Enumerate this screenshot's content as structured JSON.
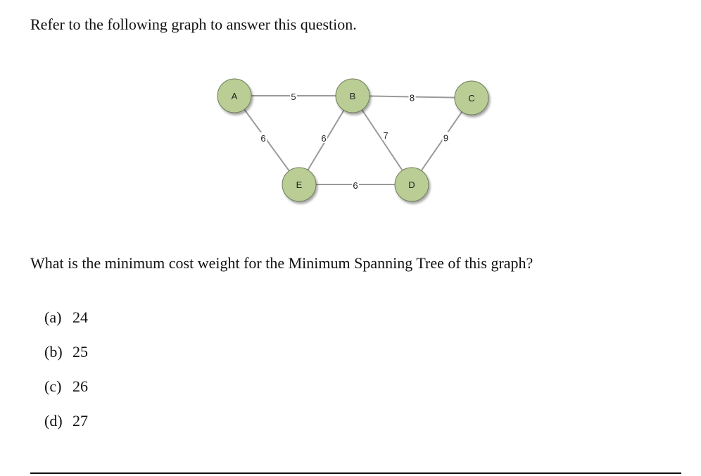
{
  "intro_text": "Refer to the following graph to answer this question.",
  "question_text": "What is the minimum cost weight for the Minimum Spanning Tree of this graph?",
  "options": [
    {
      "letter": "(a)",
      "value": "24"
    },
    {
      "letter": "(b)",
      "value": "25"
    },
    {
      "letter": "(c)",
      "value": "26"
    },
    {
      "letter": "(d)",
      "value": "27"
    }
  ],
  "graph": {
    "nodes": [
      {
        "id": "A",
        "label": "A"
      },
      {
        "id": "B",
        "label": "B"
      },
      {
        "id": "C",
        "label": "C"
      },
      {
        "id": "E",
        "label": "E"
      },
      {
        "id": "D",
        "label": "D"
      }
    ],
    "edges": [
      {
        "from": "A",
        "to": "B",
        "weight": "5"
      },
      {
        "from": "B",
        "to": "C",
        "weight": "8"
      },
      {
        "from": "A",
        "to": "E",
        "weight": "6"
      },
      {
        "from": "B",
        "to": "E",
        "weight": "6"
      },
      {
        "from": "B",
        "to": "D",
        "weight": "7"
      },
      {
        "from": "C",
        "to": "D",
        "weight": "9"
      },
      {
        "from": "E",
        "to": "D",
        "weight": "6"
      }
    ],
    "colors": {
      "node_fill": "#b9cd95",
      "node_stroke": "#6f7d5c",
      "edge": "#9a9a9a"
    }
  }
}
